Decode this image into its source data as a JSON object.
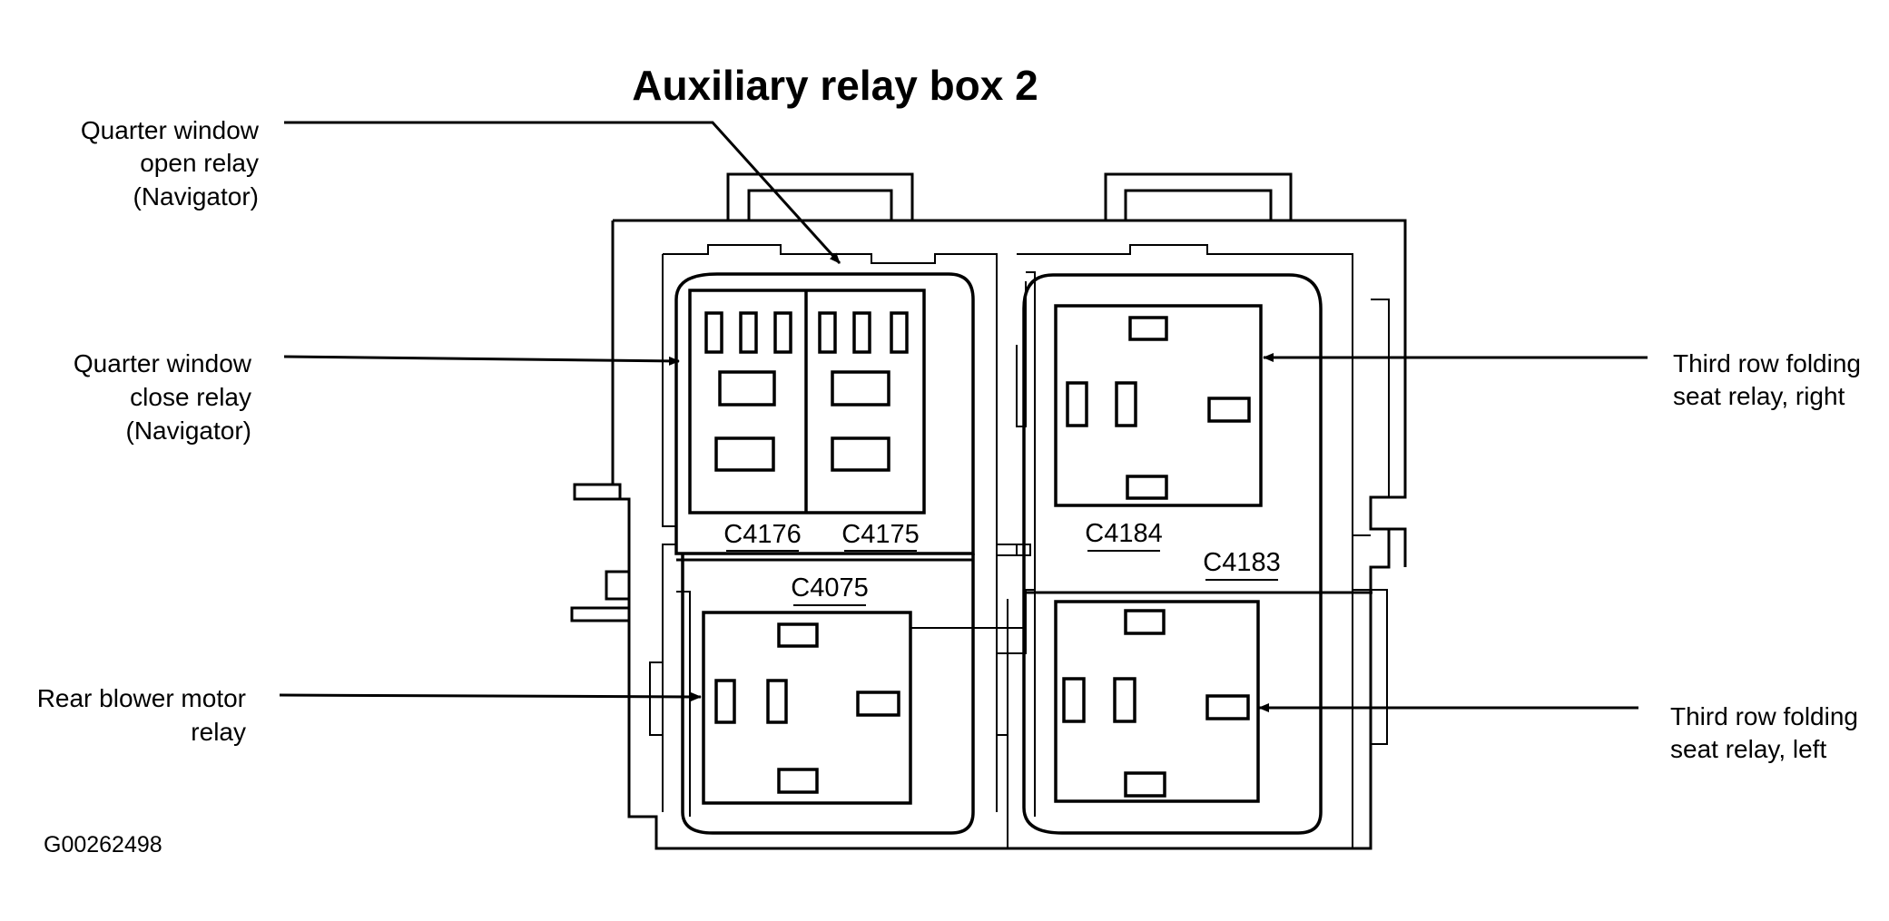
{
  "title": "Auxiliary relay box 2",
  "figure_id": "G00262498",
  "callouts": {
    "quarter_window_open": [
      "Quarter window",
      "open relay",
      "(Navigator)"
    ],
    "quarter_window_close": [
      "Quarter window",
      "close relay",
      "(Navigator)"
    ],
    "rear_blower_motor": [
      "Rear blower motor",
      "relay"
    ],
    "third_row_right": [
      "Third row folding",
      "seat relay, right"
    ],
    "third_row_left": [
      "Third row folding",
      "seat relay, left"
    ]
  },
  "connectors": {
    "c4176": "C4176",
    "c4175": "C4175",
    "c4184": "C4184",
    "c4183": "C4183",
    "c4075": "C4075"
  }
}
